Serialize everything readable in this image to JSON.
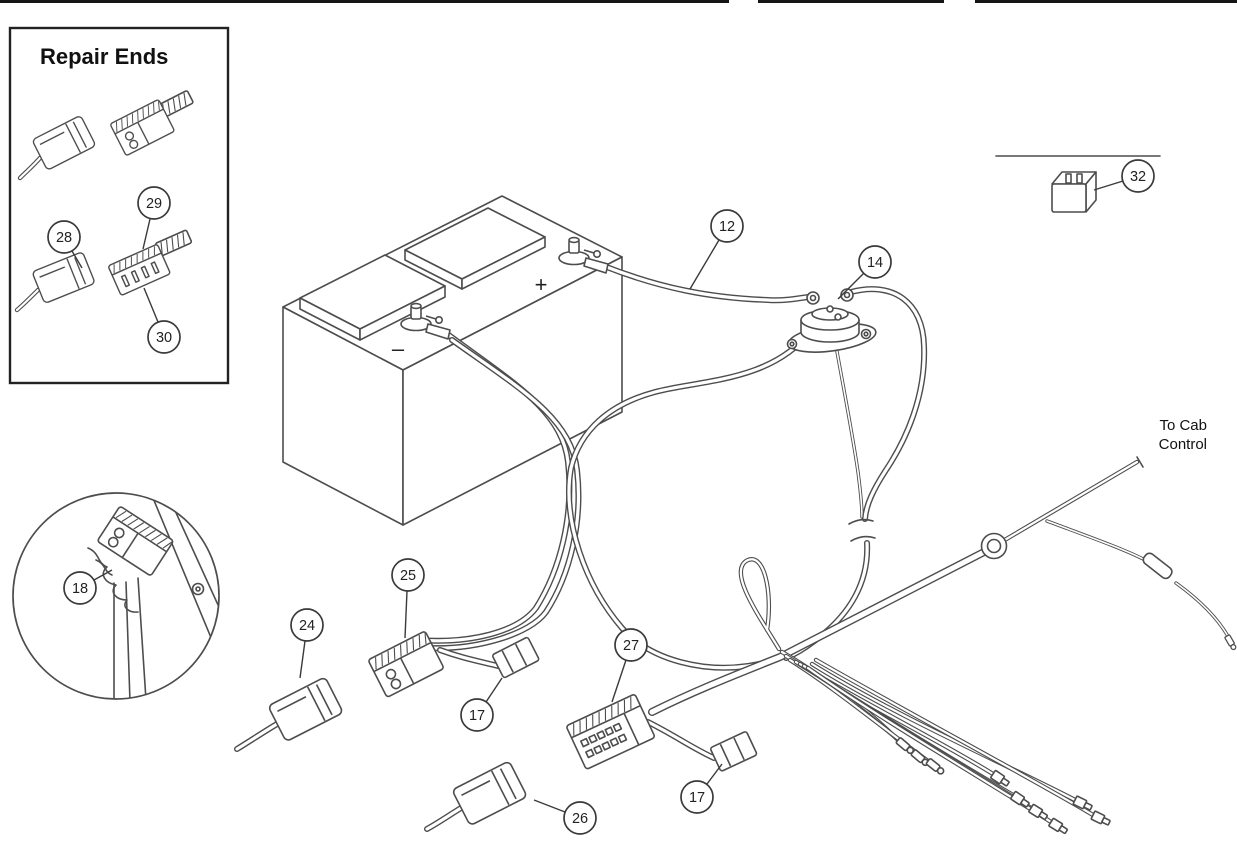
{
  "diagram": {
    "title": "Repair Ends",
    "cab_label_line1": "To Cab",
    "cab_label_line2": "Control",
    "battery_positive_sign": "+",
    "battery_negative_sign": "–",
    "callouts": {
      "c12": "12",
      "c14": "14",
      "c17a": "17",
      "c17b": "17",
      "c18": "18",
      "c24": "24",
      "c25": "25",
      "c26": "26",
      "c27": "27",
      "c28": "28",
      "c29": "29",
      "c30": "30",
      "c32": "32"
    },
    "colors": {
      "line": "#4d4d4d",
      "ink": "#111111",
      "background": "#ffffff"
    }
  }
}
